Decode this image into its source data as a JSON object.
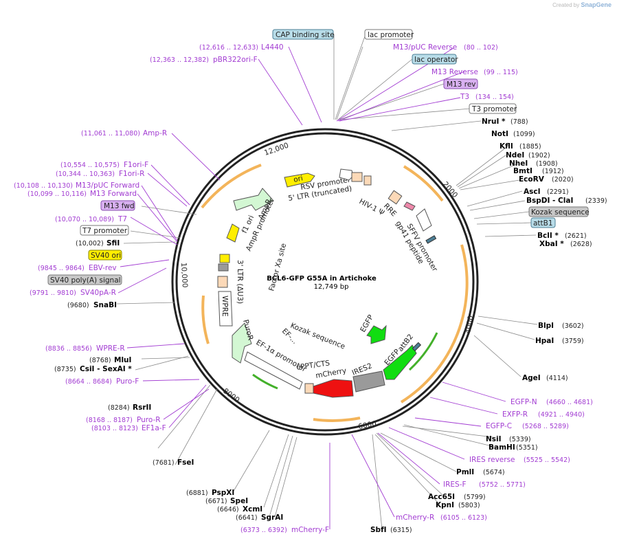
{
  "credit": {
    "prefix": "Created by",
    "brand": "SnapGene"
  },
  "map": {
    "name": "BCL6-GFP G55A in Artichoke",
    "length": "12,749 bp"
  },
  "ticks": [
    "12,000",
    "2000",
    "4000",
    "6000",
    "8000",
    "10,000"
  ],
  "colors": {
    "enzyme": "#000000",
    "primer": "#a23cd2",
    "line": "#777777",
    "orange": "#f3b45a",
    "green": "#43b02a",
    "yellow": "#ffee00",
    "lightgreen": "#d3f7d3",
    "red": "#ee1111",
    "gray": "#9a9a9a",
    "peach": "#fcd9b8"
  },
  "outer_labels": [
    {
      "name": "CAP binding site",
      "pos": "",
      "type": "box",
      "fill": "#b8dce8",
      "stroke": "#4d7f96"
    },
    {
      "name": "lac promoter",
      "pos": "",
      "type": "box",
      "fill": "#ffffff",
      "stroke": "#777777"
    },
    {
      "name": "L4440",
      "pos": "(12,616 .. 12,633)",
      "type": "primer"
    },
    {
      "name": "M13/pUC Reverse",
      "pos": "(80 .. 102)",
      "type": "primer"
    },
    {
      "name": "pBR322ori-F",
      "pos": "(12,363 .. 12,382)",
      "type": "primer"
    },
    {
      "name": "lac operator",
      "pos": "",
      "type": "box",
      "fill": "#b8dce8",
      "stroke": "#4d7f96"
    },
    {
      "name": "M13 Reverse",
      "pos": "(99 .. 115)",
      "type": "primer"
    },
    {
      "name": "M13 rev",
      "pos": "",
      "type": "box",
      "fill": "#d8b0f0",
      "stroke": "#8a4fb0"
    },
    {
      "name": "T3",
      "pos": "(134 .. 154)",
      "type": "primer"
    },
    {
      "name": "T3 promoter",
      "pos": "",
      "type": "box",
      "fill": "#ffffff",
      "stroke": "#777777"
    },
    {
      "name": "NruI *",
      "pos": "(788)",
      "type": "enzyme"
    },
    {
      "name": "NotI",
      "pos": "(1099)",
      "type": "enzyme"
    },
    {
      "name": "Amp-R",
      "pos": "(11,061 .. 11,080)",
      "type": "primer"
    },
    {
      "name": "KflI",
      "pos": "(1885)",
      "type": "enzyme"
    },
    {
      "name": "NdeI",
      "pos": "(1902)",
      "type": "enzyme"
    },
    {
      "name": "F1ori-F",
      "pos": "(10,554 .. 10,575)",
      "type": "primer"
    },
    {
      "name": "NheI",
      "pos": "(1908)",
      "type": "enzyme"
    },
    {
      "name": "F1ori-R",
      "pos": "(10,344 .. 10,363)",
      "type": "primer"
    },
    {
      "name": "BmtI",
      "pos": "(1912)",
      "type": "enzyme"
    },
    {
      "name": "EcoRV",
      "pos": "(2020)",
      "type": "enzyme"
    },
    {
      "name": "M13/pUC Forward",
      "pos": "(10,108 .. 10,130)",
      "type": "primer"
    },
    {
      "name": "M13 Forward",
      "pos": "(10,099 .. 10,116)",
      "type": "primer"
    },
    {
      "name": "AscI",
      "pos": "(2291)",
      "type": "enzyme"
    },
    {
      "name": "BspDI - ClaI",
      "pos": "(2339)",
      "type": "enzyme"
    },
    {
      "name": "M13 fwd",
      "pos": "",
      "type": "box",
      "fill": "#d8b0f0",
      "stroke": "#8a4fb0"
    },
    {
      "name": "Kozak sequence",
      "pos": "",
      "type": "box",
      "fill": "#c8c8c8",
      "stroke": "#777777"
    },
    {
      "name": "T7",
      "pos": "(10,070 .. 10,089)",
      "type": "primer"
    },
    {
      "name": "attB1",
      "pos": "",
      "type": "box",
      "fill": "#b8dce8",
      "stroke": "#4d7f96"
    },
    {
      "name": "T7 promoter",
      "pos": "",
      "type": "box",
      "fill": "#ffffff",
      "stroke": "#777777"
    },
    {
      "name": "SfiI",
      "pos": "(10,002)",
      "type": "enzyme"
    },
    {
      "name": "BclI *",
      "pos": "(2621)",
      "type": "enzyme"
    },
    {
      "name": "XbaI *",
      "pos": "(2628)",
      "type": "enzyme"
    },
    {
      "name": "SV40 ori",
      "pos": "",
      "type": "box",
      "fill": "#ffee00",
      "stroke": "#888800"
    },
    {
      "name": "EBV-rev",
      "pos": "(9845 .. 9864)",
      "type": "primer"
    },
    {
      "name": "SV40 poly(A) signal",
      "pos": "",
      "type": "box",
      "fill": "#c8c8c8",
      "stroke": "#777777"
    },
    {
      "name": "SV40pA-R",
      "pos": "(9791 .. 9810)",
      "type": "primer"
    },
    {
      "name": "SnaBI",
      "pos": "(9680)",
      "type": "enzyme"
    },
    {
      "name": "BlpI",
      "pos": "(3602)",
      "type": "enzyme"
    },
    {
      "name": "HpaI",
      "pos": "(3759)",
      "type": "enzyme"
    },
    {
      "name": "WPRE-R",
      "pos": "(8836 .. 8856)",
      "type": "primer"
    },
    {
      "name": "MluI",
      "pos": "(8768)",
      "type": "enzyme"
    },
    {
      "name": "CsiI - SexAI *",
      "pos": "(8735)",
      "type": "enzyme"
    },
    {
      "name": "AgeI",
      "pos": "(4114)",
      "type": "enzyme"
    },
    {
      "name": "Puro-F",
      "pos": "(8664 .. 8684)",
      "type": "primer"
    },
    {
      "name": "EGFP-N",
      "pos": "(4660 .. 4681)",
      "type": "primer"
    },
    {
      "name": "RsrII",
      "pos": "(8284)",
      "type": "enzyme"
    },
    {
      "name": "EXFP-R",
      "pos": "(4921 .. 4940)",
      "type": "primer"
    },
    {
      "name": "Puro-R",
      "pos": "(8168 .. 8187)",
      "type": "primer"
    },
    {
      "name": "EF1a-F",
      "pos": "(8103 .. 8123)",
      "type": "primer"
    },
    {
      "name": "EGFP-C",
      "pos": "(5268 .. 5289)",
      "type": "primer"
    },
    {
      "name": "NsiI",
      "pos": "(5339)",
      "type": "enzyme"
    },
    {
      "name": "BamHI",
      "pos": "(5351)",
      "type": "enzyme"
    },
    {
      "name": "FseI",
      "pos": "(7681)",
      "type": "enzyme"
    },
    {
      "name": "IRES reverse",
      "pos": "(5525 .. 5542)",
      "type": "primer"
    },
    {
      "name": "PmlI",
      "pos": "(5674)",
      "type": "enzyme"
    },
    {
      "name": "IRES-F",
      "pos": "(5752 .. 5771)",
      "type": "primer"
    },
    {
      "name": "PspXI",
      "pos": "(6881)",
      "type": "enzyme"
    },
    {
      "name": "SpeI",
      "pos": "(6671)",
      "type": "enzyme"
    },
    {
      "name": "Acc65I",
      "pos": "(5799)",
      "type": "enzyme"
    },
    {
      "name": "XcmI",
      "pos": "(6646)",
      "type": "enzyme"
    },
    {
      "name": "KpnI",
      "pos": "(5803)",
      "type": "enzyme"
    },
    {
      "name": "SgrAI",
      "pos": "(6641)",
      "type": "enzyme"
    },
    {
      "name": "mCherry-R",
      "pos": "(6105 .. 6123)",
      "type": "primer"
    },
    {
      "name": "mCherry-F",
      "pos": "(6373 .. 6392)",
      "type": "primer"
    },
    {
      "name": "SbfI",
      "pos": "(6315)",
      "type": "enzyme"
    }
  ],
  "inner_labels": [
    "ori",
    "RSV promoter",
    "5' LTR (truncated)",
    "HIV-1 Ψ",
    "RRE",
    "SFFV promoter",
    "gp41 peptide",
    "f1 ori",
    "AmpR",
    "AmpR promoter",
    "3' LTR (ΔU3)",
    "Factor Xa site",
    "WPRE",
    "PuroR",
    "EF-1α promoter",
    "EF-...",
    "Kozak sequence",
    "cPPT/CTS",
    "mCherry",
    "IRES2",
    "EGFP",
    "EGFP",
    "attB2"
  ]
}
